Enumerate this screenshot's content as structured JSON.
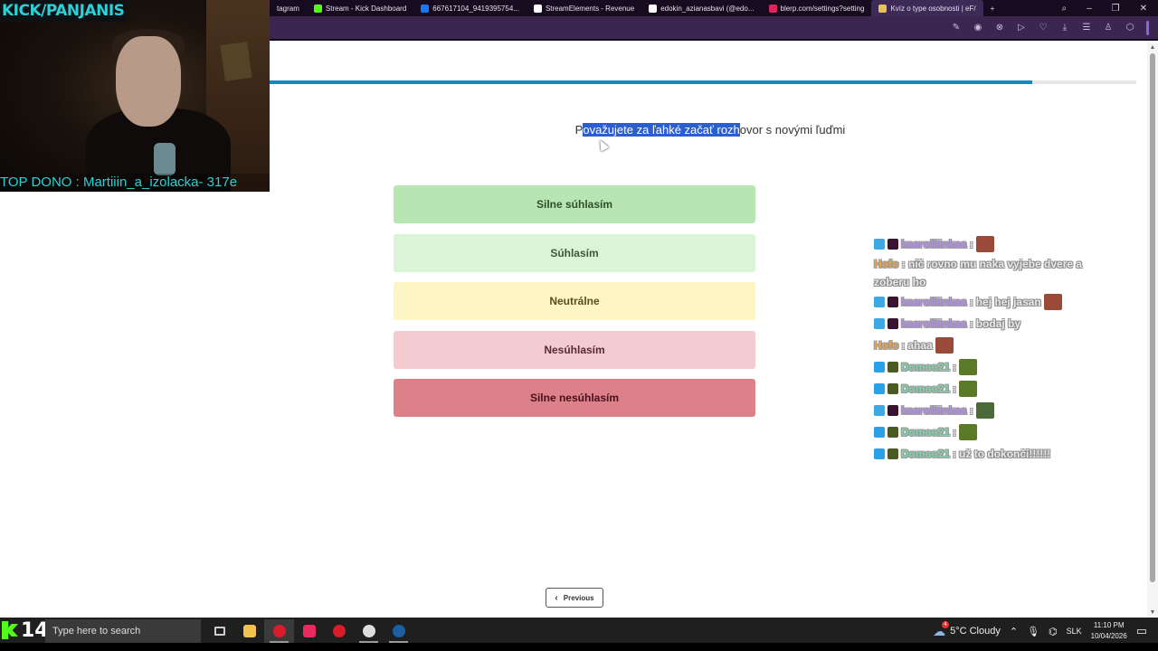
{
  "browser": {
    "tabs": [
      {
        "label": "tagram",
        "icon": "instagram-icon",
        "color": "#c13584"
      },
      {
        "label": "Stream - Kick Dashboard",
        "icon": "kick-icon",
        "color": "#53fc18"
      },
      {
        "label": "667617104_9419395754...",
        "icon": "facebook-icon",
        "color": "#1877f2"
      },
      {
        "label": "StreamElements - Revenue",
        "icon": "streamelements-icon",
        "color": "#ffffff"
      },
      {
        "label": "edokin_azianasbavi (@edo...",
        "icon": "tiktok-icon",
        "color": "#ffffff"
      },
      {
        "label": "blerp.com/settings?setting",
        "icon": "blerp-icon",
        "color": "#e0245e"
      },
      {
        "label": "Kvíz o type osobnosti | eF/",
        "icon": "quiz-icon",
        "color": "#e8c15a",
        "active": true
      }
    ],
    "new_tab_label": "+",
    "toolbar_icons": [
      "edit-icon",
      "camera-icon",
      "shield-icon",
      "send-icon",
      "heart-icon",
      "download-icon",
      "menu-icon",
      "profile-icon",
      "extension-cube-icon"
    ]
  },
  "stream_overlay": {
    "channel": "KICK/PANJANIS",
    "top_dono": "TOP DONO : Martiiin_a_izolacka- 317e"
  },
  "quiz": {
    "progress_percent": 88,
    "question_selected": "ovažujete za ľahké začať rozh",
    "question_before": "P",
    "question_after": "ovor s novými ľuďmi",
    "answers": [
      {
        "label": "Silne súhlasím",
        "bg": "#b8e6b3",
        "fg": "#2f4f2c"
      },
      {
        "label": "Súhlasím",
        "bg": "#dbf4d8",
        "fg": "#3a5a37"
      },
      {
        "label": "Neutrálne",
        "bg": "#fdf5c4",
        "fg": "#5a4e1a"
      },
      {
        "label": "Nesúhlasím",
        "bg": "#f3cbd0",
        "fg": "#5a2a33"
      },
      {
        "label": "Silne nesúhlasím",
        "bg": "#dc8089",
        "fg": "#4a1019"
      }
    ],
    "previous_label": "Previous"
  },
  "chat": {
    "messages": [
      {
        "user": "kaarolliinkaa",
        "color": "#b18be8",
        "text": "",
        "badges": [
          "#3ba9e6",
          "#3a1230"
        ],
        "emote": "#9a4a38"
      },
      {
        "user": "Hofo",
        "color": "#e7a24a",
        "text": "nič rovno mu naka vyjebe dvere a zoberu ho",
        "badges": [],
        "emote": null
      },
      {
        "user": "kaarolliinkaa",
        "color": "#b18be8",
        "text": "hej hej jasan",
        "badges": [
          "#3ba9e6",
          "#3a1230"
        ],
        "emote": "#9a4a38"
      },
      {
        "user": "kaarolliinkaa",
        "color": "#b18be8",
        "text": "bodaj by",
        "badges": [
          "#3ba9e6",
          "#3a1230"
        ],
        "emote": null
      },
      {
        "user": "Hofo",
        "color": "#e7a24a",
        "text": "ahaa",
        "badges": [],
        "emote": "#9a4a38"
      },
      {
        "user": "Domco21",
        "color": "#7fd1a8",
        "text": "",
        "badges": [
          "#2aa0e8",
          "#4a5a20"
        ],
        "emote": "#5a7a28"
      },
      {
        "user": "Domco21",
        "color": "#7fd1a8",
        "text": "",
        "badges": [
          "#2aa0e8",
          "#4a5a20"
        ],
        "emote": "#5a7a28"
      },
      {
        "user": "kaarolliinkaa",
        "color": "#b18be8",
        "text": "",
        "badges": [
          "#3ba9e6",
          "#3a1230"
        ],
        "emote": "#4a6a3a"
      },
      {
        "user": "Domco21",
        "color": "#7fd1a8",
        "text": "",
        "badges": [
          "#2aa0e8",
          "#4a5a20"
        ],
        "emote": "#5a7a28"
      },
      {
        "user": "Domco21",
        "color": "#7fd1a8",
        "text": "už to dokonči!!!!!!",
        "badges": [
          "#2aa0e8",
          "#4a5a20"
        ],
        "emote": null
      }
    ]
  },
  "taskbar": {
    "overlay_number": "14",
    "search_placeholder": "Type here to search",
    "apps": [
      {
        "name": "task-view-icon",
        "color": "#cccccc",
        "active": false,
        "running": false
      },
      {
        "name": "file-explorer-icon",
        "color": "#f2c14e",
        "active": false,
        "running": false
      },
      {
        "name": "opera-gx-icon",
        "color": "#d81c2a",
        "active": true,
        "running": true
      },
      {
        "name": "tiktok-live-icon",
        "color": "#e82a5c",
        "active": false,
        "running": false
      },
      {
        "name": "opera-icon",
        "color": "#d81c2a",
        "active": false,
        "running": false
      },
      {
        "name": "obs-icon",
        "color": "#dddddd",
        "active": false,
        "running": true
      },
      {
        "name": "steam-icon",
        "color": "#1b5fa0",
        "active": false,
        "running": true
      }
    ],
    "weather": "5°C  Cloudy",
    "weather_badge": "4",
    "language": "SLK",
    "time": "11:10 PM",
    "date": "10/04/2026"
  }
}
